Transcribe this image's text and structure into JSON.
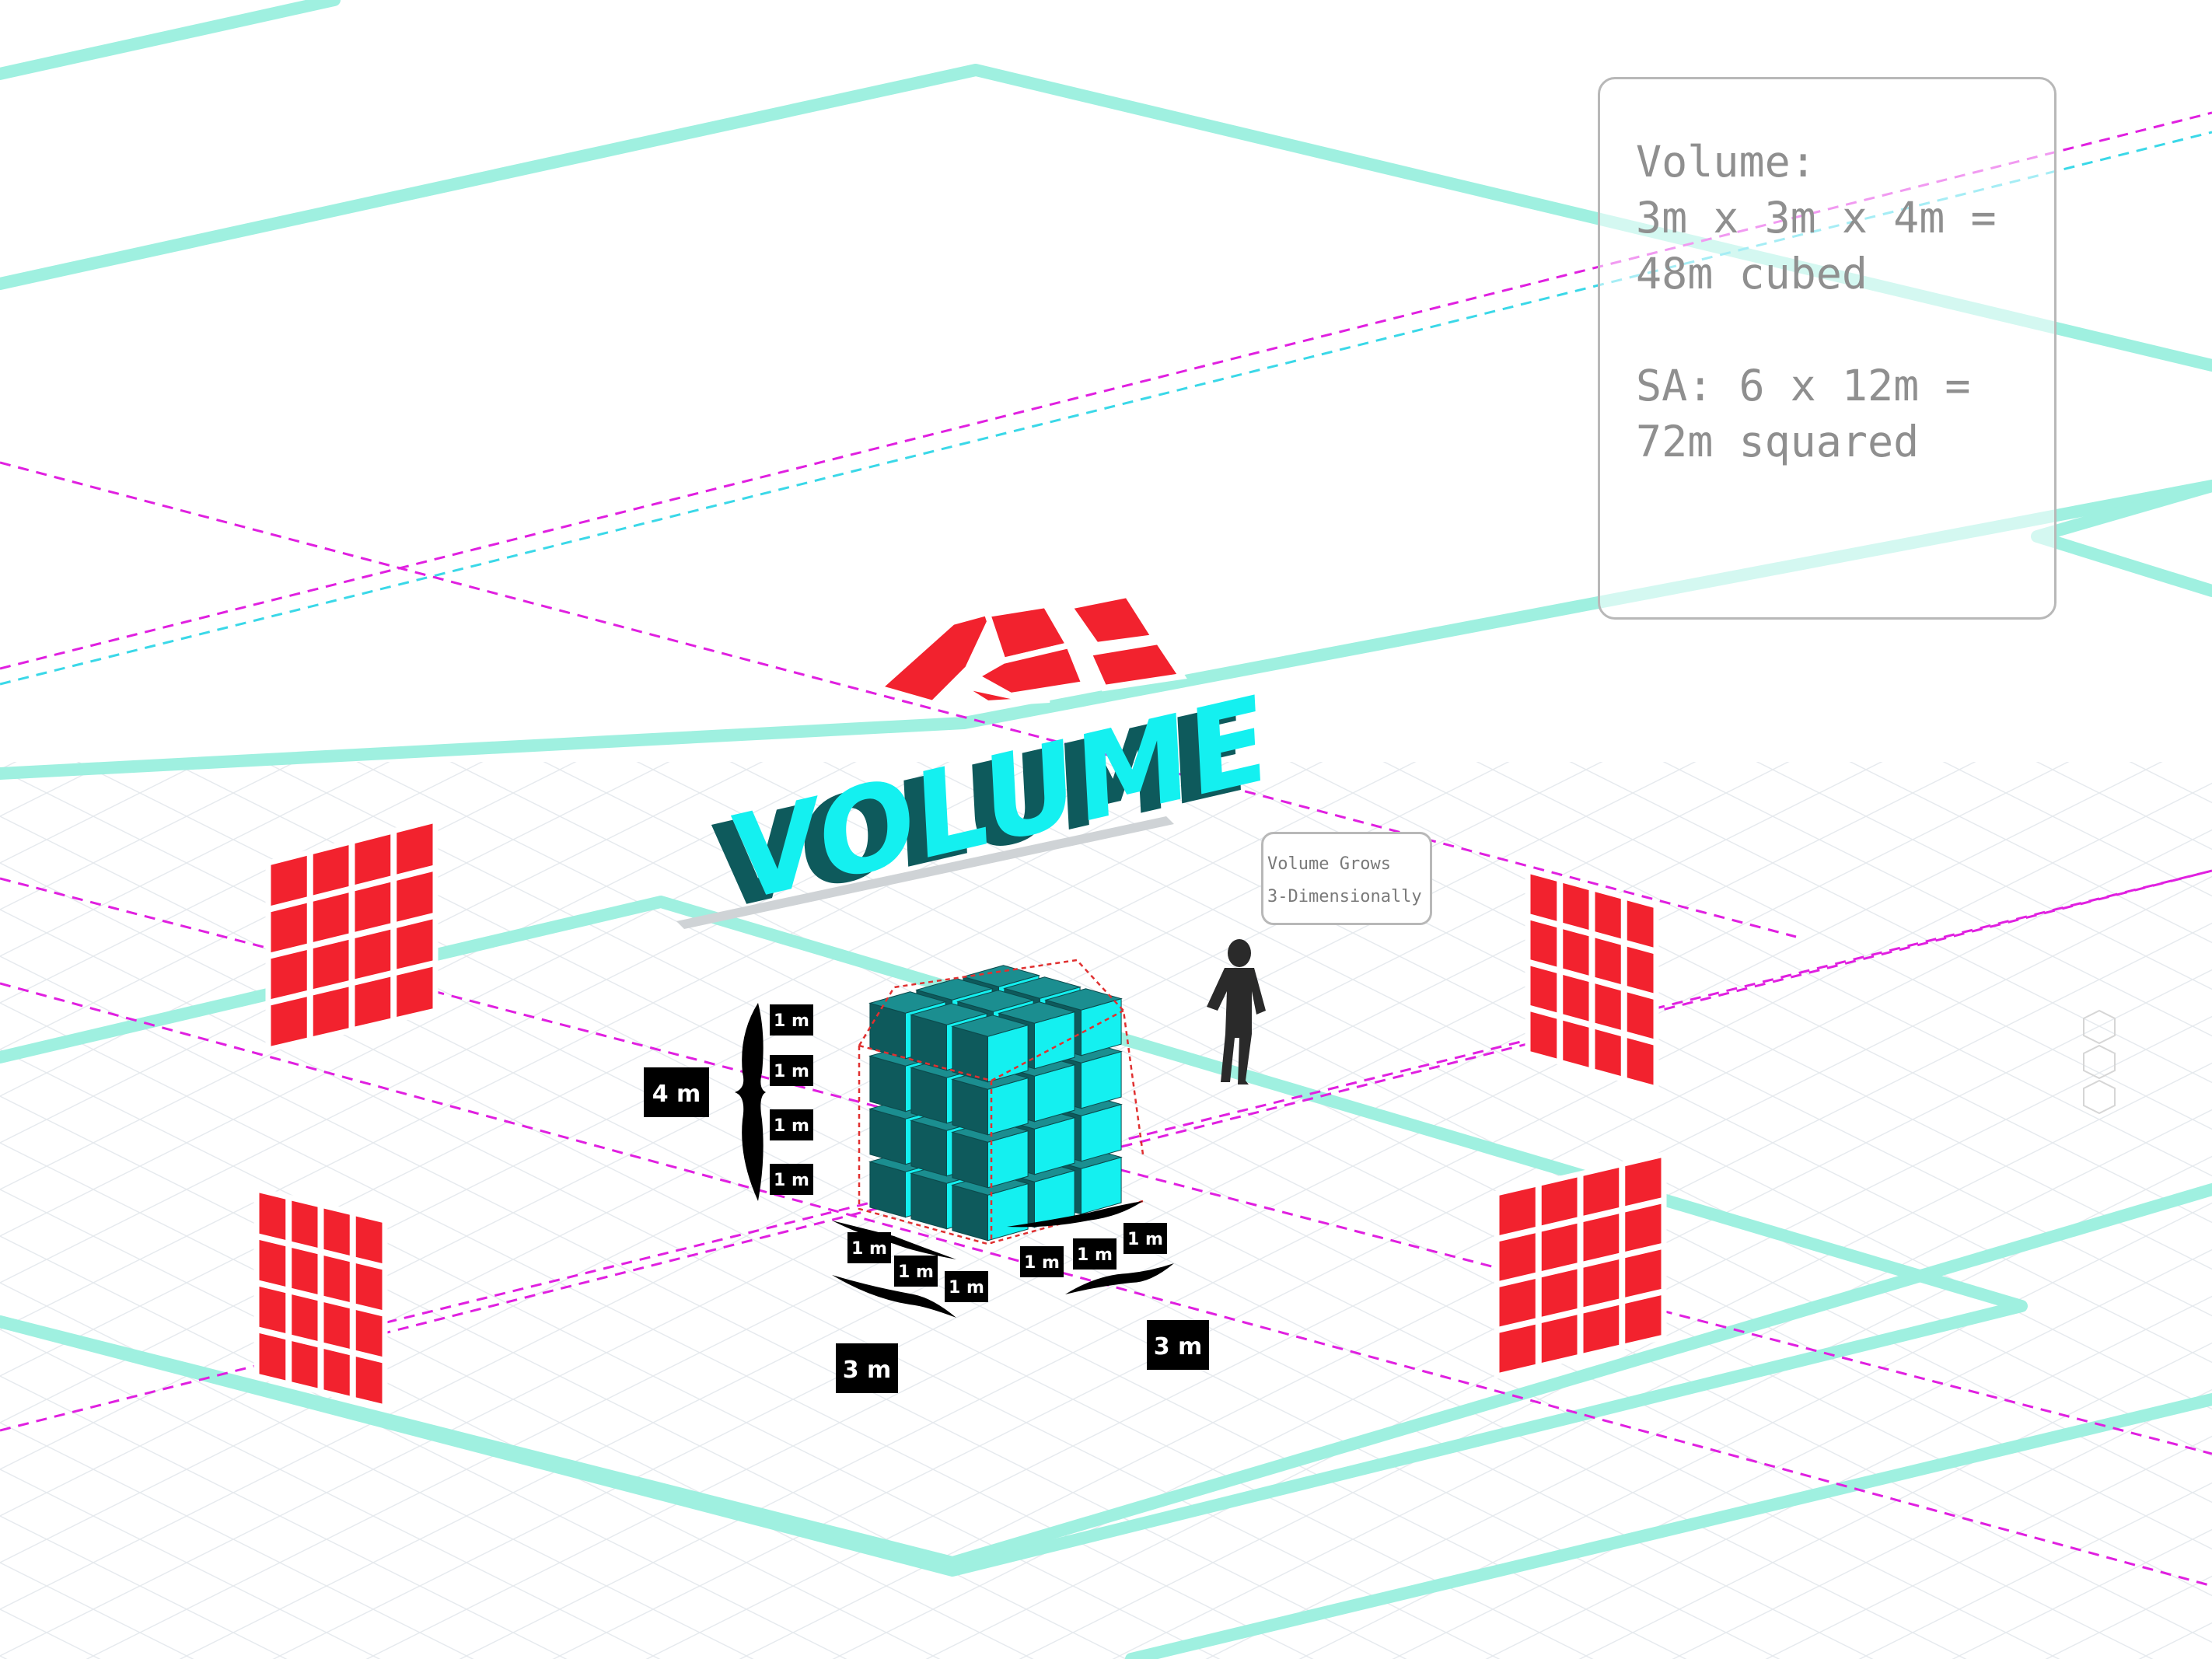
{
  "title_word": "VOLUME",
  "info_panel": {
    "lines": [
      "Volume:",
      "3m x 3m x 4m =",
      "48m cubed",
      "",
      "SA: 6 x 12m =",
      "72m squared"
    ]
  },
  "callout": {
    "lines": [
      "Volume Grows",
      "3-Dimensionally"
    ]
  },
  "dimensions": {
    "height_total": "4 m",
    "width_total": "3 m",
    "depth_total": "3 m",
    "unit": "1 m"
  },
  "colors": {
    "cube_light": "#14f0f0",
    "cube_dark": "#0e5a5c",
    "panel_red": "#f2222e",
    "floor_line": "#9ff0e0",
    "guide_magenta": "#e020e0",
    "grid": "#e4e8ec",
    "label_bg": "#000000"
  }
}
